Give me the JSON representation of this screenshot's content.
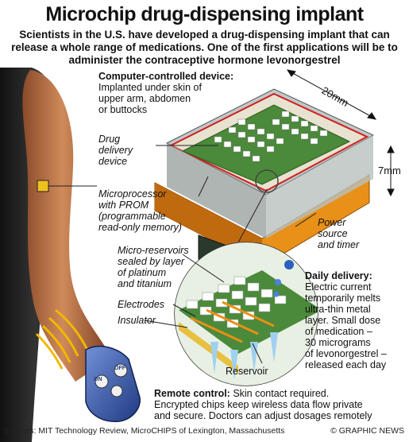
{
  "header": {
    "title": "Microchip drug-dispensing implant",
    "subtitle": "Scientists in the U.S. have developed a drug-dispensing implant that can release a whole range of medications. One of the first applications will be to administer the contraceptive hormone levonorgestrel"
  },
  "labels": {
    "device_heading": "Computer-controlled device:",
    "device_text_1": "Implanted under skin of",
    "device_text_2": "upper arm, abdomen",
    "device_text_3": "or buttocks",
    "drug_1": "Drug",
    "drug_2": "delivery",
    "drug_3": "device",
    "micro_1": "Microprocessor",
    "micro_2": "with PROM",
    "micro_3": "(programmable",
    "micro_4": "read-only memory)",
    "res_1": "Micro-reservoirs",
    "res_2": "sealed by layer",
    "res_3": "of platinum",
    "res_4": "and titanium",
    "electrodes": "Electrodes",
    "insulator": "Insulator",
    "reservoir": "Reservoir",
    "power_1": "Power",
    "power_2": "source",
    "power_3": "and timer",
    "daily_heading": "Daily delivery:",
    "daily_1": "Electric current",
    "daily_2": "temporarily melts",
    "daily_3": "ultra-thin metal",
    "daily_4": "layer. Small dose",
    "daily_5": "of medication –",
    "daily_6": "30 micrograms",
    "daily_7": "of levonorgestrel –",
    "daily_8": "released each day",
    "remote_heading": "Remote control:",
    "remote_1": " Skin contact required.",
    "remote_2": "Encrypted chips keep wireless data flow private",
    "remote_3": "and secure. Doctors can adjust dosages remotely",
    "dim_width": "20mm",
    "dim_height": "7mm",
    "remote_on": "ON",
    "remote_off": "OFF"
  },
  "footer": {
    "sources": "Sources: MIT Technology Review, MicroCHIPS of Lexington, Massachusetts",
    "credit": "© GRAPHIC NEWS"
  },
  "colors": {
    "chip_green": "#4a8a3a",
    "chip_orange": "#f0a020",
    "chip_red": "#d02020",
    "skin": "#c07850",
    "remote_blue": "#3050a0"
  }
}
